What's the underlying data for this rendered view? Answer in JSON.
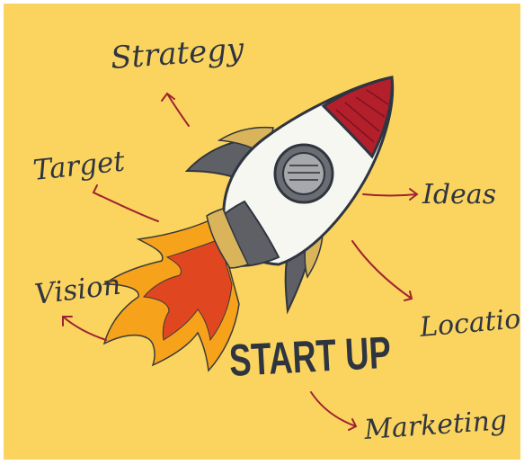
{
  "image": {
    "headline": "START UP",
    "labels": {
      "strategy": "Strategy",
      "target": "Target",
      "vision": "Vision",
      "ideas": "Ideas",
      "location": "Location",
      "marketing": "Marketing"
    },
    "colors": {
      "background": "#fbd45f",
      "ink": "#2f3540",
      "arrow": "#9e2430",
      "rocket_body": "#f7f7f2",
      "rocket_nose": "#b31f2b",
      "fins": "#5e6066",
      "flame_outer": "#f7a21b",
      "flame_inner": "#e0461f"
    }
  }
}
